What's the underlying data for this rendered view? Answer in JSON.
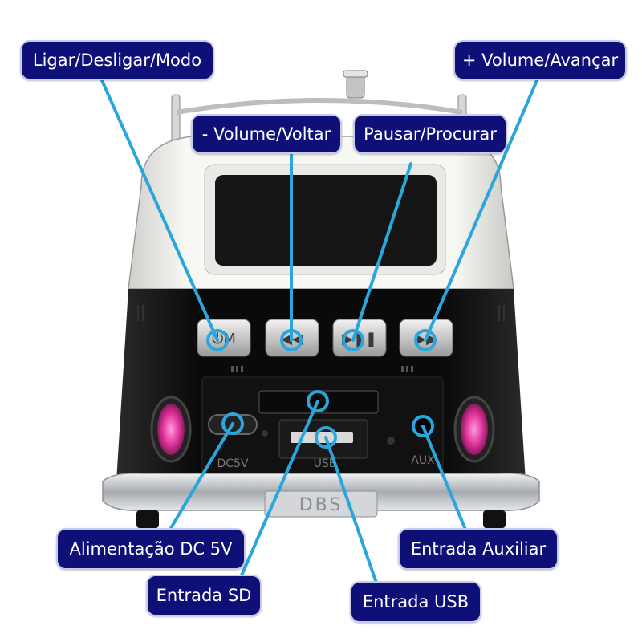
{
  "callouts": {
    "power_mode": "Ligar/Desligar/Modo",
    "volume_down_back": "- Volume/Voltar",
    "pause_search": "Pausar/Procurar",
    "volume_up_forward": "+ Volume/Avançar",
    "power_dc": "Alimentação DC 5V",
    "sd_input": "Entrada SD",
    "usb_input": "Entrada USB",
    "aux_input": "Entrada Auxiliar"
  },
  "device": {
    "brand_plate": "DBS",
    "button_glyphs": [
      "⏻M",
      "◀◀",
      "▶❚❚",
      "▶▶"
    ],
    "port_marks": {
      "dc": "DC5V",
      "usb": "USB",
      "aux": "AUX"
    }
  },
  "colors": {
    "label_bg": "#0f0f78",
    "label_border": "#c8cbe8",
    "leader_line": "#2aa6dc",
    "bus_white": "#f4f4f2",
    "bus_black": "#0c0c0c",
    "tail_light": "#e0349c",
    "chrome": "#c9ccd0"
  }
}
